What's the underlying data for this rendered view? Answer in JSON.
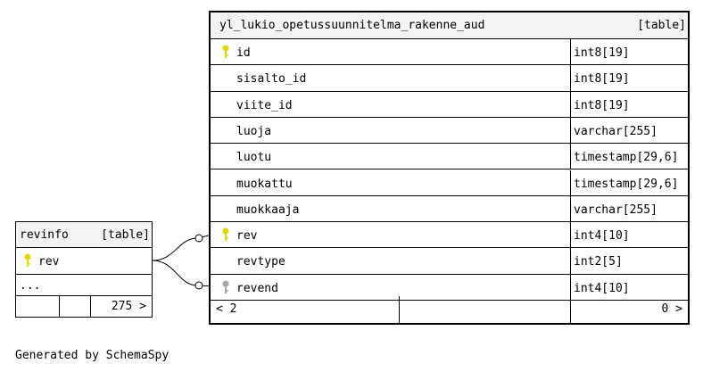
{
  "main_table": {
    "name": "yl_lukio_opetussuunnitelma_rakenne_aud",
    "kind": "[table]",
    "columns": [
      {
        "name": "id",
        "type": "int8[19]",
        "key": "primary"
      },
      {
        "name": "sisalto_id",
        "type": "int8[19]",
        "key": ""
      },
      {
        "name": "viite_id",
        "type": "int8[19]",
        "key": ""
      },
      {
        "name": "luoja",
        "type": "varchar[255]",
        "key": ""
      },
      {
        "name": "luotu",
        "type": "timestamp[29,6]",
        "key": ""
      },
      {
        "name": "muokattu",
        "type": "timestamp[29,6]",
        "key": ""
      },
      {
        "name": "muokkaaja",
        "type": "varchar[255]",
        "key": ""
      },
      {
        "name": "rev",
        "type": "int4[10]",
        "key": "primary"
      },
      {
        "name": "revtype",
        "type": "int2[5]",
        "key": ""
      },
      {
        "name": "revend",
        "type": "int4[10]",
        "key": "foreign"
      }
    ],
    "footer": {
      "parents": "< 2",
      "children": "0 >"
    }
  },
  "revinfo_table": {
    "name": "revinfo",
    "kind": "[table]",
    "columns": [
      {
        "name": "rev",
        "key": "primary"
      }
    ],
    "more": "...",
    "footer": {
      "children": "275 >"
    }
  },
  "colors": {
    "primary_key": "#e8d400",
    "foreign_key": "#a6a6a6",
    "header_bg": "#f3f3f3"
  },
  "credit": "Generated by SchemaSpy"
}
